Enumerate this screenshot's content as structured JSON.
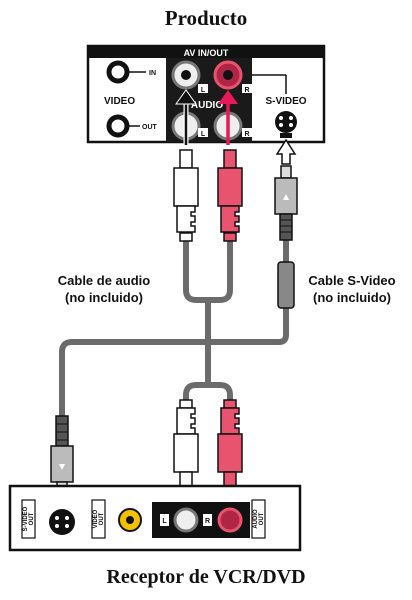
{
  "top_title": "Producto",
  "bottom_title": "Receptor de VCR/DVD",
  "panel": {
    "header": "AV IN/OUT",
    "video_label": "VIDEO",
    "in_label": "IN",
    "out_label": "OUT",
    "audio_label": "AUDIO",
    "left_label": "L",
    "right_label": "R",
    "svideo_label": "S-VIDEO"
  },
  "audio_cable": {
    "line1": "Cable de audio",
    "line2": "(no incluido)"
  },
  "svideo_cable": {
    "line1": "Cable S-Video",
    "line2": "(no incluido)"
  },
  "receiver": {
    "svideo_label_1": "S-VIDEO",
    "svideo_label_2": "OUT",
    "video_label_1": "VIDEO",
    "video_label_2": "OUT",
    "left_label": "L",
    "right_label": "R",
    "audio_label_1": "AUDIO",
    "audio_label_2": "OUT"
  },
  "colors": {
    "white_plug": "#ffffff",
    "red_plug": "#e8546e",
    "cable": "#6b6b6b",
    "arrow_red": "#e8195a"
  }
}
